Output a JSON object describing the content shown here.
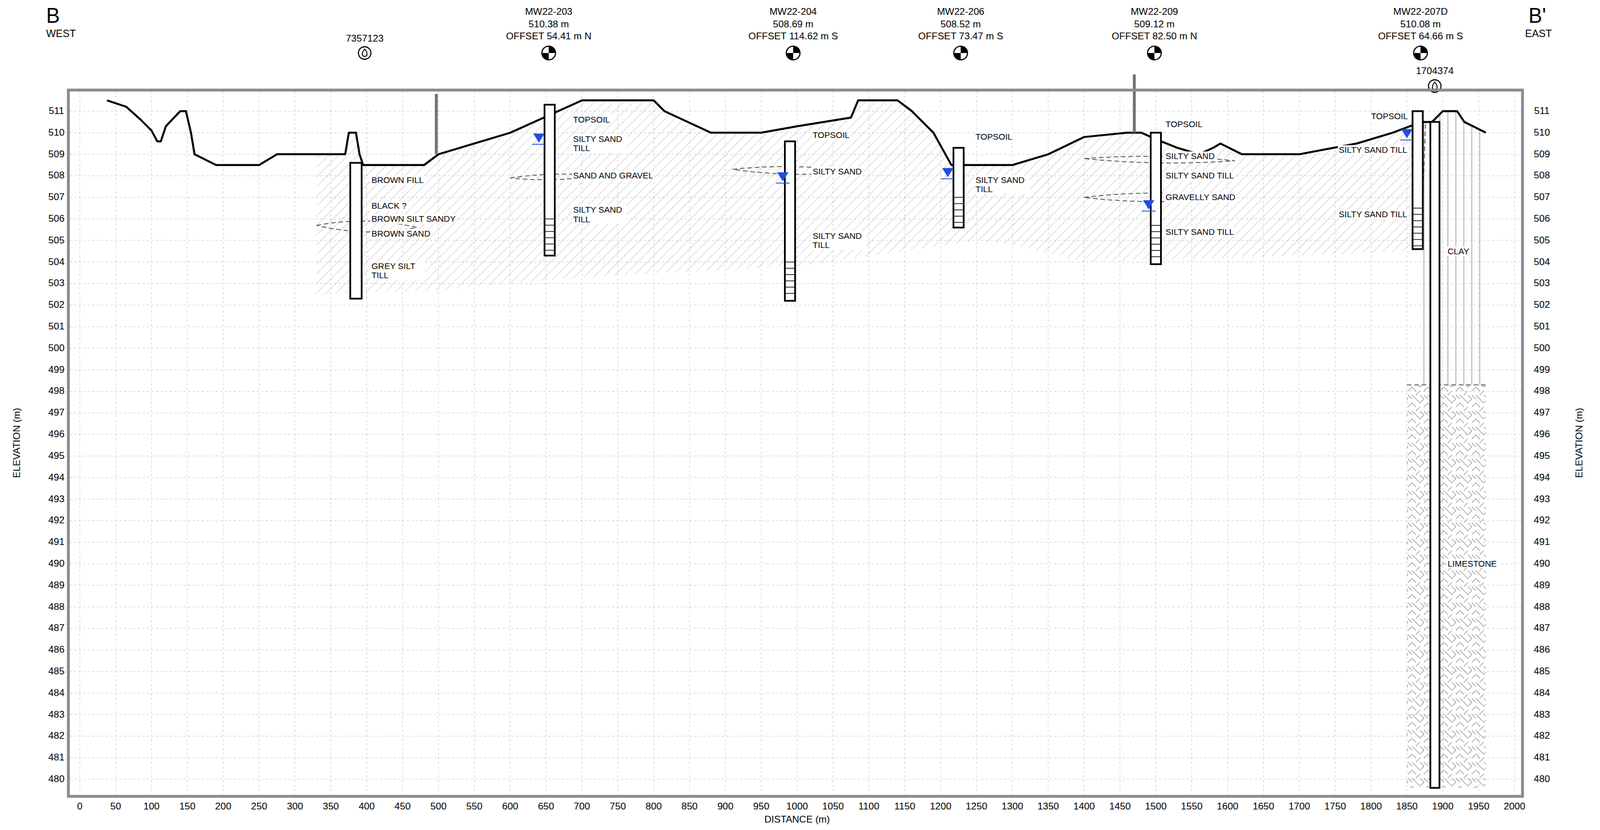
{
  "diagram": {
    "labels": [
      "B",
      "WEST",
      "B'",
      "EAST",
      "7357123",
      "MW22-203",
      "510.38 m",
      "OFFSET 54.41 m N",
      "MW22-204",
      "508.69 m",
      "OFFSET 114.62 m S",
      "MW22-206",
      "508.52 m",
      "OFFSET 73.47 m S",
      "MW22-209",
      "509.12 m",
      "OFFSET 82.50 m N",
      "MW22-207D",
      "510.08 m",
      "OFFSET 64.66 m S",
      "1704374",
      "ELEVATION (m)",
      "ELEVATION (m)",
      "DISTANCE (m)",
      "511",
      "510",
      "509",
      "508",
      "507",
      "506",
      "505",
      "504",
      "503",
      "502",
      "501",
      "500",
      "499",
      "498",
      "497",
      "496",
      "495",
      "494",
      "493",
      "492",
      "491",
      "490",
      "489",
      "488",
      "487",
      "486",
      "485",
      "484",
      "483",
      "482",
      "481",
      "480",
      "511",
      "510",
      "509",
      "508",
      "507",
      "506",
      "505",
      "504",
      "503",
      "502",
      "501",
      "500",
      "499",
      "498",
      "497",
      "496",
      "495",
      "494",
      "493",
      "492",
      "491",
      "490",
      "489",
      "488",
      "487",
      "486",
      "485",
      "484",
      "483",
      "482",
      "481",
      "480",
      "0",
      "50",
      "100",
      "150",
      "200",
      "250",
      "300",
      "350",
      "400",
      "450",
      "500",
      "550",
      "600",
      "650",
      "700",
      "750",
      "800",
      "850",
      "900",
      "950",
      "1000",
      "1050",
      "1100",
      "1150",
      "1200",
      "1250",
      "1300",
      "1350",
      "1400",
      "1450",
      "1500",
      "1550",
      "1600",
      "1650",
      "1700",
      "1750",
      "1800",
      "1850",
      "1900",
      "1950",
      "2000",
      "TOPSOIL",
      "SILTY SAND TILL",
      "SAND AND GRAVEL",
      "SILTY SAND TILL",
      "BROWN FILL",
      "BLACK ?",
      "BROWN SILT SANDY",
      "BROWN SAND",
      "GREY SILT TILL",
      "TOPSOIL",
      "SILTY SAND",
      "SILTY SAND TILL",
      "TOPSOIL",
      "SILTY SAND TILL",
      "TOPSOIL",
      "SILTY SAND",
      "SILTY SAND TILL",
      "GRAVELLY SAND",
      "SILTY SAND TILL",
      "TOPSOIL",
      "SILTY SAND TILL",
      "SILTY SAND TILL",
      "CLAY",
      "LIMESTONE"
    ]
  }
}
